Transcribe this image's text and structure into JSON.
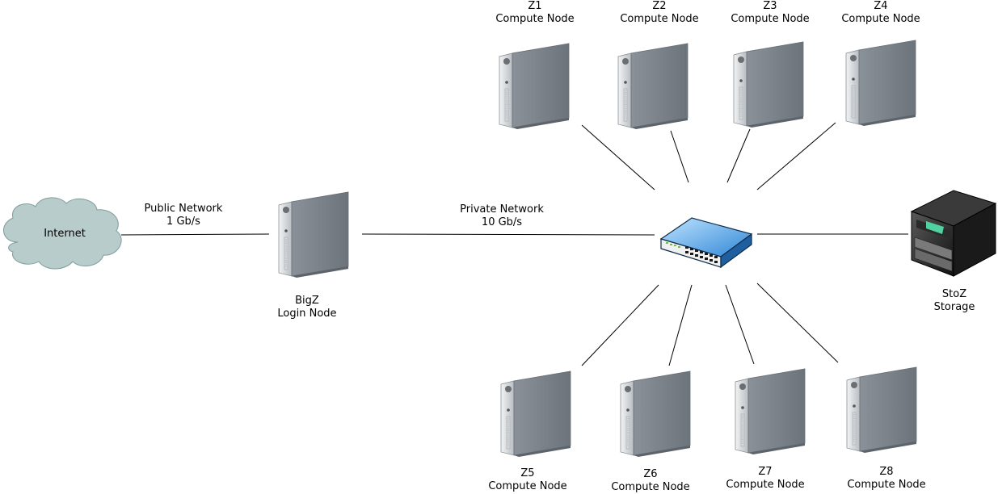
{
  "internet": {
    "label": "Internet"
  },
  "public_link": {
    "name": "Public Network",
    "speed": "1 Gb/s"
  },
  "private_link": {
    "name": "Private Network",
    "speed": "10 Gb/s"
  },
  "login_node": {
    "name": "BigZ",
    "role": "Login Node"
  },
  "storage": {
    "name": "StoZ",
    "role": "Storage"
  },
  "compute_nodes": [
    {
      "name": "Z1",
      "role": "Compute Node"
    },
    {
      "name": "Z2",
      "role": "Compute Node"
    },
    {
      "name": "Z3",
      "role": "Compute Node"
    },
    {
      "name": "Z4",
      "role": "Compute Node"
    },
    {
      "name": "Z5",
      "role": "Compute Node"
    },
    {
      "name": "Z6",
      "role": "Compute Node"
    },
    {
      "name": "Z7",
      "role": "Compute Node"
    },
    {
      "name": "Z8",
      "role": "Compute Node"
    }
  ],
  "colors": {
    "cloud": "#b8cccc",
    "server": "#9aa1a8",
    "switch": "#3a8fd8",
    "line": "#000000"
  }
}
